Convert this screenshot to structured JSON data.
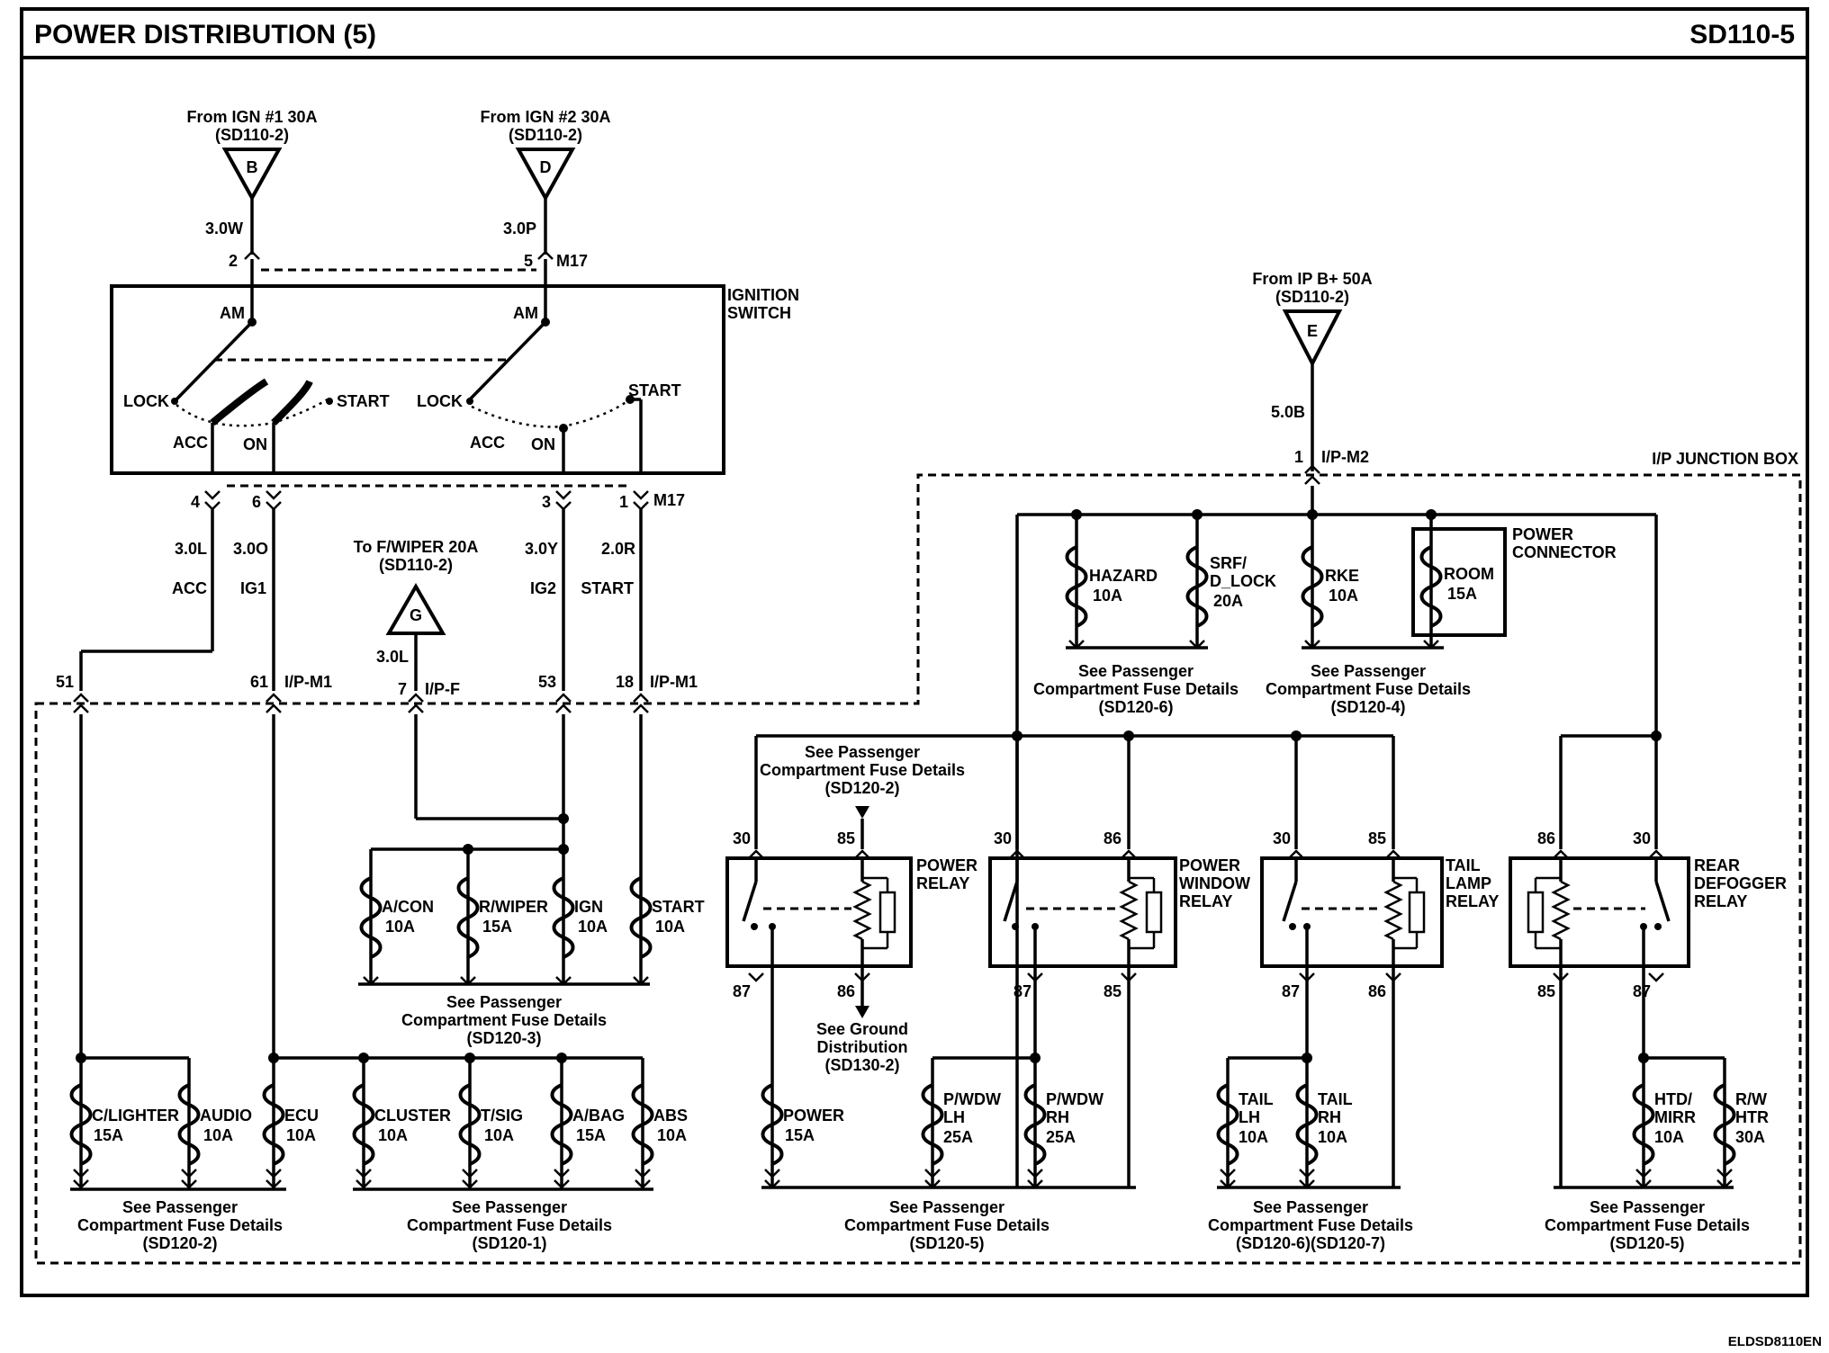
{
  "header": {
    "title": "POWER DISTRIBUTION (5)",
    "code": "SD110-5"
  },
  "footer": {
    "code": "ELDSD8110EN"
  },
  "sources": {
    "b": {
      "line1": "From IGN #1 30A",
      "line2": "(SD110-2)",
      "letter": "B",
      "wire": "3.0W"
    },
    "d": {
      "line1": "From IGN #2 30A",
      "line2": "(SD110-2)",
      "letter": "D",
      "wire": "3.0P"
    },
    "e": {
      "line1": "From IP B+ 50A",
      "line2": "(SD110-2)",
      "letter": "E",
      "wire": "5.0B"
    },
    "g": {
      "line1": "To F/WIPER 20A",
      "line2": "(SD110-2)",
      "letter": "G",
      "wire": "3.0L"
    }
  },
  "ignition": {
    "title1": "IGNITION",
    "title2": "SWITCH",
    "am": "AM",
    "lock": "LOCK",
    "acc": "ACC",
    "on": "ON",
    "start": "START",
    "pin_2": "2",
    "pin_5": "5",
    "pin_4": "4",
    "pin_6": "6",
    "pin_3": "3",
    "pin_1": "1",
    "m17": "M17"
  },
  "wires": {
    "acc": {
      "gauge": "3.0L",
      "name": "ACC",
      "pin": "51"
    },
    "ig1": {
      "gauge": "3.0O",
      "name": "IG1",
      "pin": "61",
      "conn": "I/P-M1"
    },
    "wiper": {
      "pin": "7",
      "conn": "I/P-F"
    },
    "ig2": {
      "gauge": "3.0Y",
      "name": "IG2",
      "pin": "53"
    },
    "start": {
      "gauge": "2.0R",
      "name": "START",
      "pin": "18",
      "conn": "I/P-M1"
    }
  },
  "junction": {
    "label": "I/P JUNCTION BOX",
    "e_pin": "1",
    "e_conn": "I/P-M2"
  },
  "fuses_top": [
    {
      "name": "HAZARD",
      "rating": "10A"
    },
    {
      "name": "SRF/ D_LOCK",
      "rating": "20A"
    },
    {
      "name": "RKE",
      "rating": "10A"
    },
    {
      "name": "ROOM",
      "rating": "15A"
    }
  ],
  "power_connector": "POWER CONNECTOR",
  "fuses_ign": [
    {
      "name": "A/CON",
      "rating": "10A"
    },
    {
      "name": "R/WIPER",
      "rating": "15A"
    },
    {
      "name": "IGN",
      "rating": "10A"
    },
    {
      "name": "START",
      "rating": "10A"
    }
  ],
  "fuses_bottom_left": [
    {
      "name": "C/LIGHTER",
      "rating": "15A"
    },
    {
      "name": "AUDIO",
      "rating": "10A"
    },
    {
      "name": "ECU",
      "rating": "10A"
    },
    {
      "name": "CLUSTER",
      "rating": "10A"
    },
    {
      "name": "T/SIG",
      "rating": "10A"
    },
    {
      "name": "A/BAG",
      "rating": "15A"
    },
    {
      "name": "ABS",
      "rating": "10A"
    }
  ],
  "relays": [
    {
      "name": "POWER RELAY",
      "p1": "30",
      "p2": "85",
      "p3": "87",
      "p4": "86"
    },
    {
      "name": "POWER WINDOW RELAY",
      "p1": "30",
      "p2": "86",
      "p3": "87",
      "p4": "85"
    },
    {
      "name": "TAIL LAMP RELAY",
      "p1": "30",
      "p2": "85",
      "p3": "87",
      "p4": "86"
    },
    {
      "name": "REAR DEFOGGER RELAY",
      "p1": "86",
      "p2": "30",
      "p3": "85",
      "p4": "87"
    }
  ],
  "fuses_relay": [
    {
      "name": "POWER",
      "rating": "15A"
    },
    {
      "name": "P/WDW LH",
      "rating": "25A"
    },
    {
      "name": "P/WDW RH",
      "rating": "25A"
    },
    {
      "name": "TAIL LH",
      "rating": "10A"
    },
    {
      "name": "TAIL RH",
      "rating": "10A"
    },
    {
      "name": "HTD/ MIRR",
      "rating": "10A"
    },
    {
      "name": "R/W HTR",
      "rating": "30A"
    }
  ],
  "notes": {
    "see_pass": "See Passenger",
    "comp_fuse": "Compartment Fuse Details",
    "sd120_6": "(SD120-6)",
    "sd120_4": "(SD120-4)",
    "sd120_2": "(SD120-2)",
    "sd120_3": "(SD120-3)",
    "sd120_1": "(SD120-1)",
    "sd120_5": "(SD120-5)",
    "sd120_67": "(SD120-6)(SD120-7)",
    "see_ground": "See Ground",
    "distribution": "Distribution",
    "sd130_2": "(SD130-2)"
  }
}
